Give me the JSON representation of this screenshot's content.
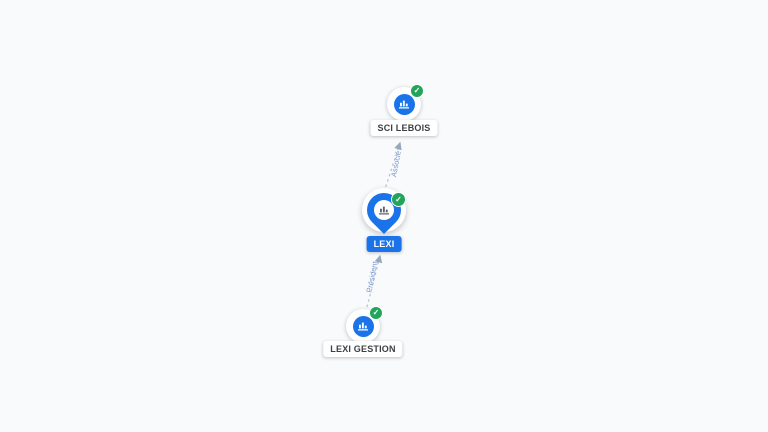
{
  "canvas": {
    "background": "#f8fafc"
  },
  "graph": {
    "nodes": [
      {
        "id": "sci-lebois",
        "label": "SCI LEBOIS",
        "kind": "company",
        "verified": true
      },
      {
        "id": "lexi",
        "label": "LEXI",
        "kind": "company-focus",
        "verified": true
      },
      {
        "id": "lexi-gestion",
        "label": "LEXI GESTION",
        "kind": "company",
        "verified": true
      }
    ],
    "edges": [
      {
        "source": "LEXI",
        "target": "SCI LEBOIS",
        "label": "Associé"
      },
      {
        "source": "LEXI GESTION",
        "target": "LEXI",
        "label": "Président"
      }
    ]
  },
  "icons": {
    "check_glyph": "✓",
    "node_icon": "bar-chart-company-icon",
    "focus_icon": "map-pin-icon"
  },
  "colors": {
    "accent_blue": "#1a73e8",
    "badge_green": "#22a45b",
    "edge_line": "#b6c3d4",
    "edge_label": "#7e97cf",
    "label_text": "#3c4043",
    "background": "#f8fafc"
  }
}
